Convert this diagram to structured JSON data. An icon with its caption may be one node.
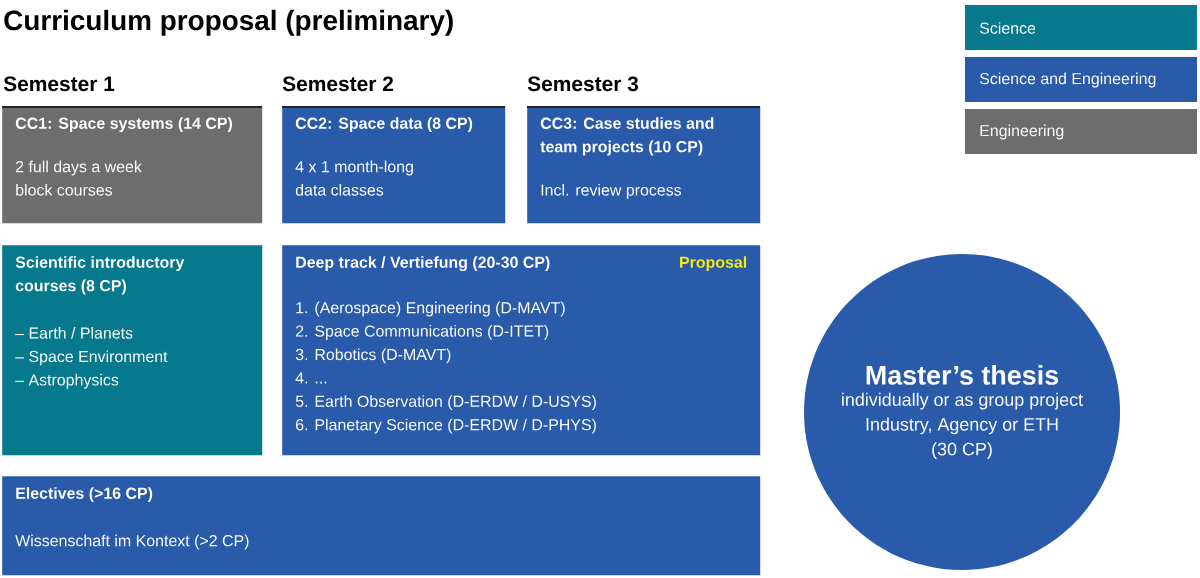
{
  "diagram": {
    "title": "Curriculum proposal (preliminary)",
    "nodes": [
      {
        "text": [
          "CC1: Space systems (14 CP)",
          "2 full days a week block courses"
        ]
      },
      {
        "text": [
          "CC2: Space data (8 CP)",
          "4 x 1 month-long data classes"
        ]
      },
      {
        "text": [
          "CC3: Case studies and team projects (10 CP)",
          "Incl. review process"
        ]
      },
      {
        "text": [
          "Scientific introductory courses (8 CP)",
          "– Earth / Planets",
          "– Space Environment",
          "– Astrophysics"
        ]
      },
      {
        "text": [
          "Deep track / Vertiefung (20-30 CP)",
          "Proposal",
          "1. (Aerospace) Engineering (D-MAVT)",
          "2. Space Communications (D-ITET)",
          "3. Robotics (D-MAVT)",
          "4. ...",
          "5. Earth Observation (D-ERDW / D-USYS)",
          "6. Planetary Science (D-ERDW / D-PHYS)"
        ]
      },
      {
        "text": [
          "Electives (>16 CP)",
          "Wissenschaft im Kontext (>2 CP)"
        ]
      },
      {
        "text": [
          "Master’s thesis",
          "individually or as group project",
          "Industry, Agency or ETH",
          "(30 CP)"
        ]
      }
    ],
    "labels": [
      "Semester 1",
      "Semester 2",
      "Semester 3"
    ],
    "legend": [
      {
        "text": "Science",
        "color": "#067a8c"
      },
      {
        "text": "Science and Engineering",
        "color": "#2a5baa"
      },
      {
        "text": "Engineering",
        "color": "#6d6d6d"
      }
    ]
  }
}
